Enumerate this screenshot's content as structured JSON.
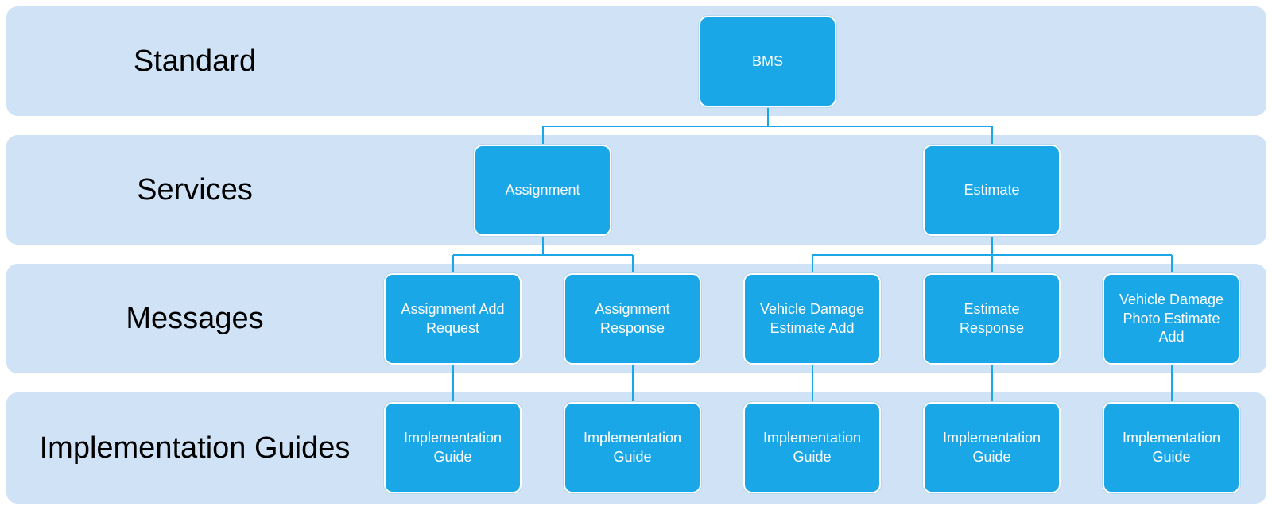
{
  "tiers": {
    "standard": "Standard",
    "services": "Services",
    "messages": "Messages",
    "implementation_guides": "Implementation Guides"
  },
  "nodes": {
    "bms": "BMS",
    "assignment": "Assignment",
    "estimate": "Estimate",
    "assignment_add_request": "Assignment Add Request",
    "assignment_response": "Assignment Response",
    "vehicle_damage_estimate_add": "Vehicle Damage Estimate Add",
    "estimate_response": "Estimate Response",
    "vehicle_damage_photo_estimate_add": "Vehicle Damage Photo Estimate Add",
    "guide_1": "Implementation Guide",
    "guide_2": "Implementation Guide",
    "guide_3": "Implementation Guide",
    "guide_4": "Implementation Guide",
    "guide_5": "Implementation Guide"
  },
  "colors": {
    "band_background": "#cfe2f6",
    "node_fill": "#1aa7e8",
    "node_text": "#ffffff",
    "connector": "#1aa7e8"
  }
}
